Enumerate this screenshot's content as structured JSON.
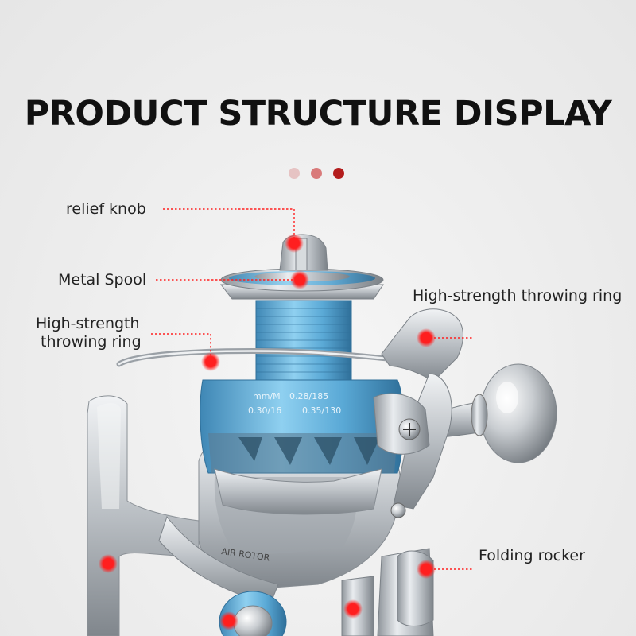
{
  "title": "PRODUCT STRUCTURE DISPLAY",
  "dot_colors": [
    "#e6c3c3",
    "#d97a7a",
    "#b31c1c"
  ],
  "accent_color": "#ff1f1f",
  "labels": {
    "relief_knob": "relief knob",
    "metal_spool": "Metal Spool",
    "throwing_ring_right": "High-strength throwing ring",
    "throwing_ring_left_line1": "High-strength",
    "throwing_ring_left_line2": "throwing ring",
    "folding_rocker": "Folding rocker"
  },
  "spool_print": {
    "header": "mm/M",
    "row1_a": "0.28/185",
    "row2_a": "0.30/16",
    "row2_b": "0.35/130"
  },
  "brand_mark": "AIR ROTOR"
}
